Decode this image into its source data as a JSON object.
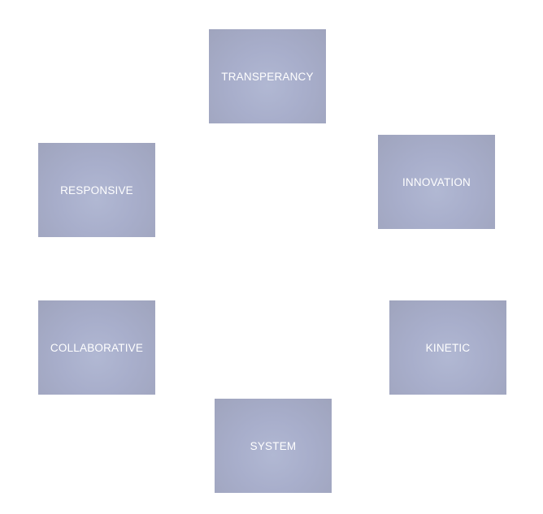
{
  "diagram": {
    "nodes": [
      {
        "id": "transparency",
        "label": "TRANSPERANCY"
      },
      {
        "id": "innovation",
        "label": "INNOVATION"
      },
      {
        "id": "responsive",
        "label": "RESPONSIVE"
      },
      {
        "id": "collaborative",
        "label": "COLLABORATIVE"
      },
      {
        "id": "kinetic",
        "label": "KINETIC"
      },
      {
        "id": "system",
        "label": "SYSTEM"
      }
    ],
    "colors": {
      "card_fill": "#a8aecb",
      "card_text": "#ffffff",
      "background": "#ffffff"
    }
  }
}
